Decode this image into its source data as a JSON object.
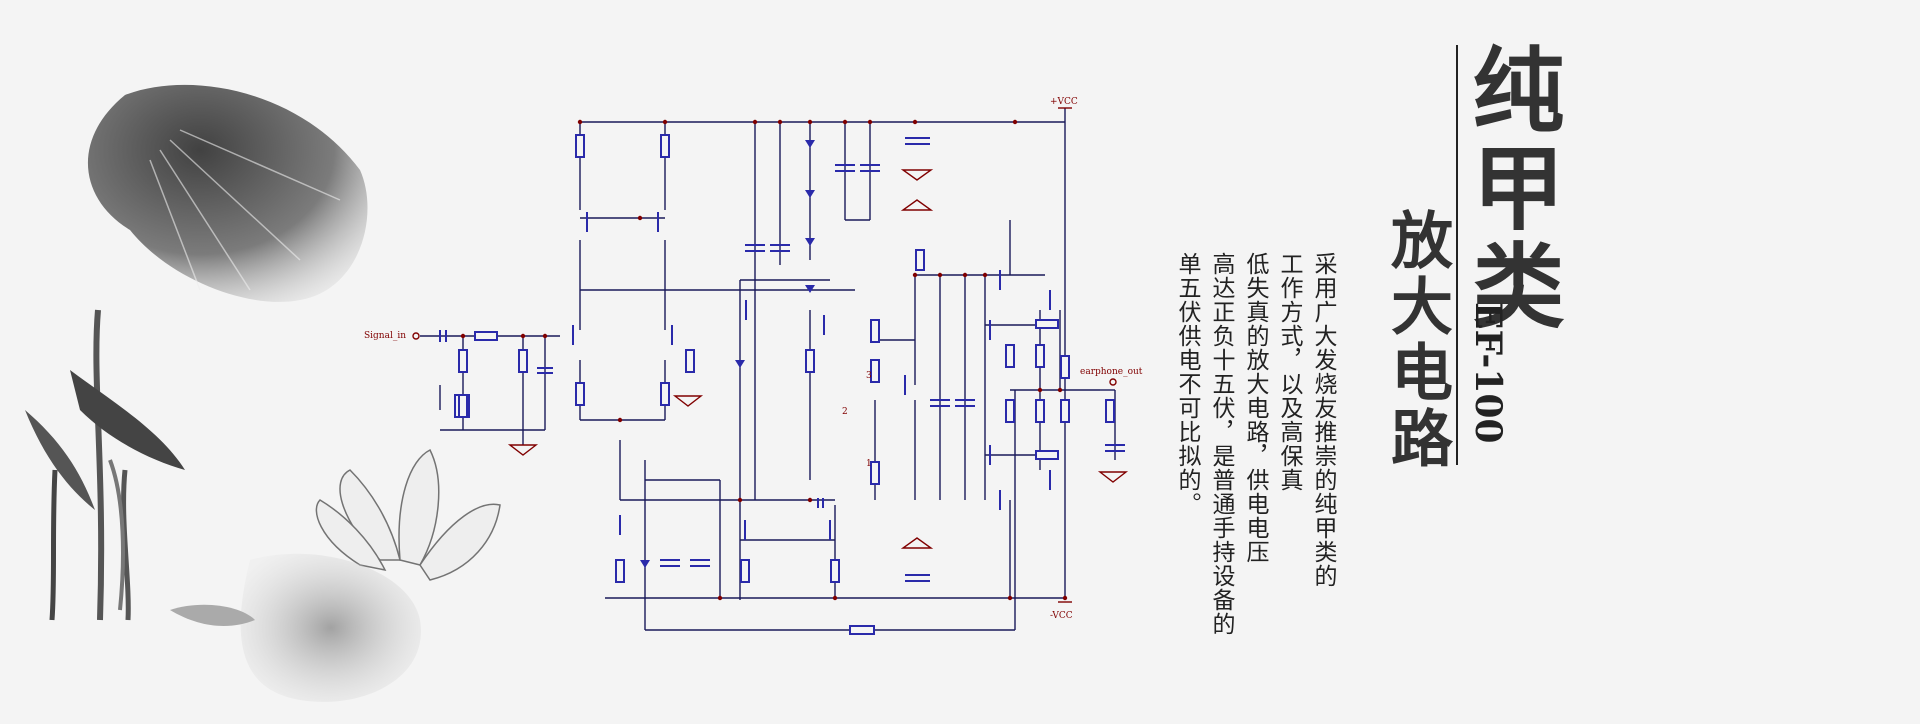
{
  "title": {
    "main": "纯甲类",
    "sub": "放大电路",
    "model": "EF-100"
  },
  "description": [
    "采用广大发烧友推崇的纯甲类的",
    "工作方式，以及高保真",
    "低失真的放大电路，供电电压",
    "高达正负十五伏，是普通手持设备的",
    "单五伏供电不可比拟的。"
  ],
  "schematic": {
    "labels": {
      "vcc_pos": "+VCC",
      "vcc_neg": "-VCC",
      "input": "Signal_in",
      "output": "earphone_out",
      "pin1": "1",
      "pin2": "2",
      "pin3": "3"
    }
  },
  "colors": {
    "wire": "#1a1a5a",
    "component": "#2a2aaa",
    "label": "#800000",
    "ink": "#333333"
  }
}
